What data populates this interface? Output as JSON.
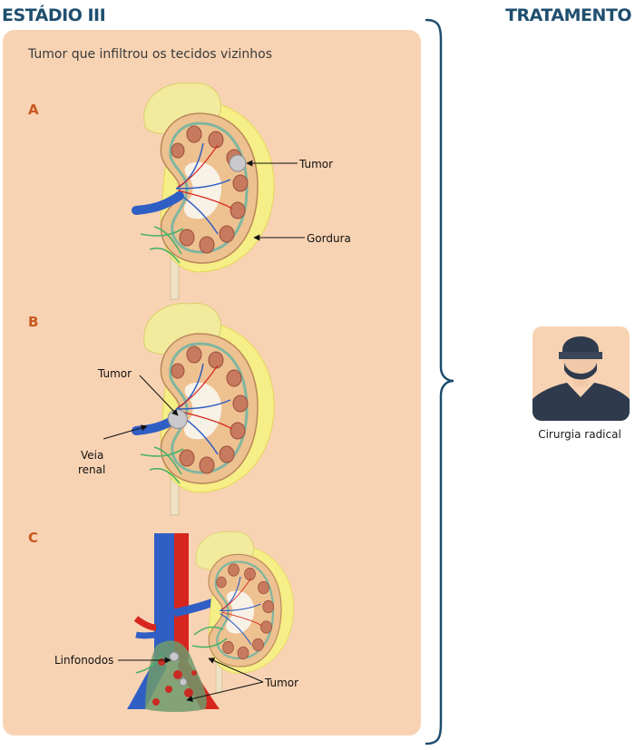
{
  "header": {
    "stage_title": "ESTÁDIO III",
    "treatment_title": "TRATAMENTO"
  },
  "panel": {
    "subtitle": "Tumor que infiltrou os tecidos vizinhos",
    "sections": [
      {
        "letter": "A",
        "labels": {
          "tumor": "Tumor",
          "fat": "Gordura"
        }
      },
      {
        "letter": "B",
        "labels": {
          "tumor": "Tumor",
          "vein": "Veia\nrenal"
        }
      },
      {
        "letter": "C",
        "labels": {
          "lymph_nodes": "Linfonodos",
          "tumor": "Tumor"
        }
      }
    ]
  },
  "treatment": {
    "label": "Cirurgia radical",
    "icon": "surgeon-icon"
  },
  "colors": {
    "panel_bg": "#f8d3b3",
    "heading": "#1f4e6e",
    "section_letter": "#c8581f",
    "vein": "#2f5ec4",
    "artery": "#d6261e",
    "fat": "#f6ee86",
    "adrenal": "#f2ea9c"
  }
}
